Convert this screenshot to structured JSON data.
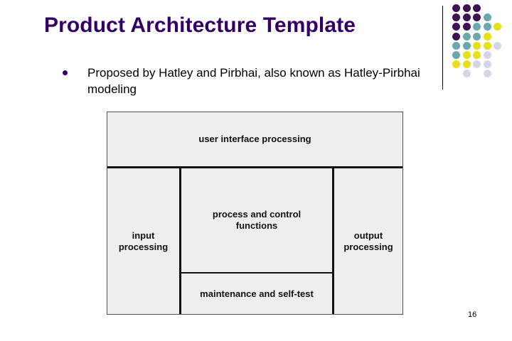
{
  "slide": {
    "title": "Product Architecture Template",
    "page_number": "16",
    "title_color": "#330066",
    "bullets": [
      {
        "marker": "bullet-dot",
        "text": "Proposed by Hatley and Pirbhai, also known as Hatley-Pirbhai modeling"
      }
    ]
  },
  "decoration": {
    "name": "dot-grid-decoration",
    "colors": {
      "purple": "#3d1152",
      "teal": "#6aa8ab",
      "yellow": "#e8e016",
      "lavender": "#d5d5e8"
    },
    "grid": [
      [
        "purple",
        "purple",
        "purple",
        "",
        ""
      ],
      [
        "purple",
        "purple",
        "purple",
        "teal",
        ""
      ],
      [
        "purple",
        "purple",
        "teal",
        "teal",
        "yellow"
      ],
      [
        "purple",
        "teal",
        "teal",
        "yellow",
        ""
      ],
      [
        "teal",
        "teal",
        "yellow",
        "yellow",
        "lavender"
      ],
      [
        "teal",
        "yellow",
        "yellow",
        "lavender",
        ""
      ],
      [
        "yellow",
        "yellow",
        "lavender",
        "lavender",
        ""
      ],
      [
        "",
        "lavender",
        "",
        "lavender",
        ""
      ]
    ]
  },
  "diagram": {
    "name": "hatley-pirbhai-architecture-template",
    "cells": {
      "user_interface": "user interface processing",
      "input": "input\nprocessing",
      "process": "process and control\nfunctions",
      "maintenance": "maintenance and self-test",
      "output": "output\nprocessing"
    },
    "fill_color": "#eeeeee",
    "line_color": "#111111"
  }
}
